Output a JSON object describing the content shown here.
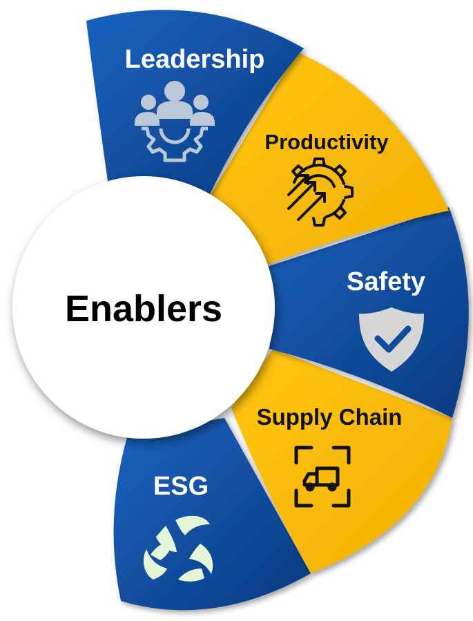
{
  "center": {
    "label": "Enablers"
  },
  "segments": [
    {
      "key": "leadership",
      "label": "Leadership",
      "icon": "team-gear-icon",
      "fill": "#0f4c9c",
      "text_color": "#ffffff"
    },
    {
      "key": "productivity",
      "label": "Productivity",
      "icon": "gear-arrows-icon",
      "fill": "#f7bd0f",
      "text_color": "#111111"
    },
    {
      "key": "safety",
      "label": "Safety",
      "icon": "shield-check-icon",
      "fill": "#0f4c9c",
      "text_color": "#ffffff"
    },
    {
      "key": "supply_chain",
      "label": "Supply Chain",
      "icon": "delivery-truck-icon",
      "fill": "#f7bd0f",
      "text_color": "#111111"
    },
    {
      "key": "esg",
      "label": "ESG",
      "icon": "recycle-leaves-icon",
      "fill": "#0f4c9c",
      "text_color": "#ffffff"
    }
  ]
}
